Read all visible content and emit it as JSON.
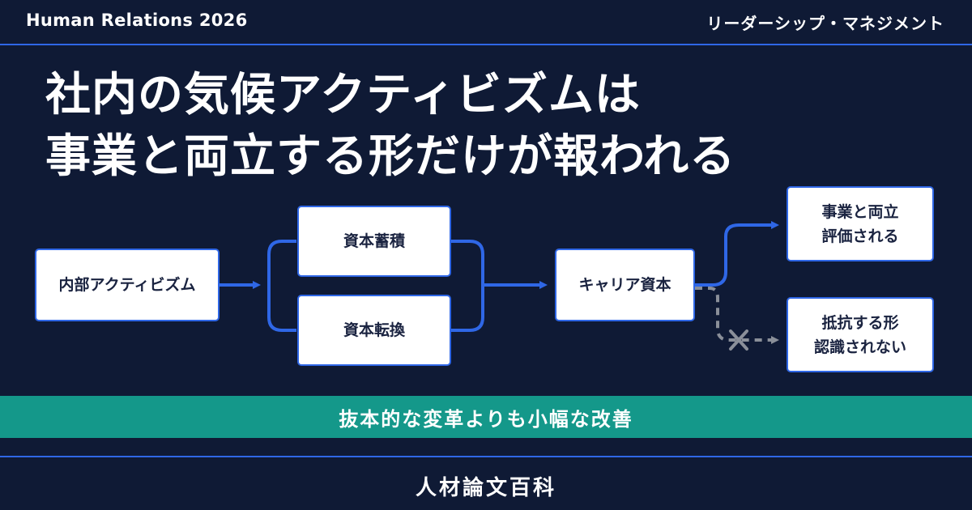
{
  "header": {
    "left": "Human Relations 2026",
    "right": "リーダーシップ・マネジメント"
  },
  "title": {
    "line1": "社内の気候アクティビズムは",
    "line2": "事業と両立する形だけが報われる"
  },
  "diagram": {
    "start": "内部アクティビズム",
    "branch_top": "資本蓄積",
    "branch_bottom": "資本転換",
    "middle": "キャリア資本",
    "outcome_top": [
      "事業と両立",
      "評価される"
    ],
    "outcome_bottom": [
      "抵抗する形",
      "認識されない"
    ]
  },
  "banner": "抜本的な変革よりも小幅な改善",
  "footer": "人材論文百科",
  "colors": {
    "background": "#0f1a35",
    "accent_blue": "#2f67e6",
    "banner_teal": "#14988a",
    "dashed_gray": "#8a8f99"
  }
}
